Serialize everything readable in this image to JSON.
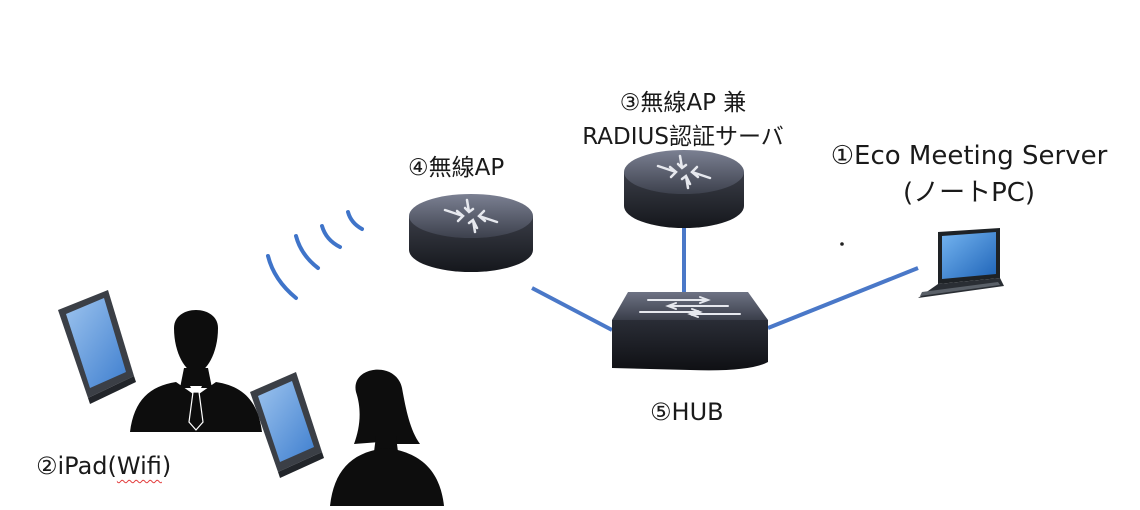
{
  "labels": {
    "ap4": "④無線AP",
    "ap3_line1": "③無線AP 兼",
    "ap3_line2": "RADIUS認証サーバ",
    "server_line1": "①Eco Meeting Server",
    "server_line2": "(ノートPC)",
    "hub": "⑤HUB",
    "ipad_prefix": "②iPad(",
    "ipad_wifi": "Wifi",
    "ipad_suffix": ")"
  },
  "colors": {
    "connection_line": "#4a78c8",
    "wifi_signal": "#3f74c9",
    "router_body": "#2c2f38",
    "router_top": "#6b7080",
    "hub_body": "#20232b",
    "tablet_screen": "#6a9ed8",
    "laptop_screen": "#2f7fd4",
    "person_silhouette": "#0d0d0d",
    "spellcheck_underline": "#e23a3a"
  },
  "icons": [
    "router-icon",
    "switch-icon",
    "laptop-icon",
    "tablet-icon",
    "person-icon",
    "wifi-signal-icon"
  ]
}
